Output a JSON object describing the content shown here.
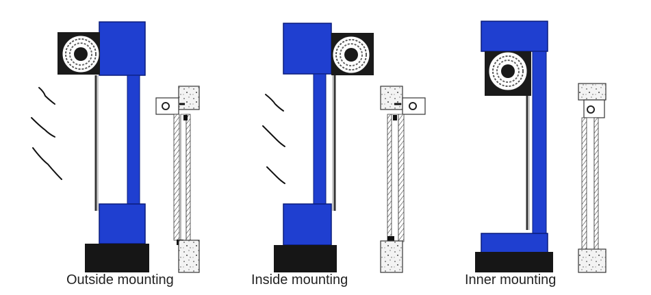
{
  "colors": {
    "wall_blue": "#1f3fd0",
    "wall_edge": "#0a1c7a",
    "sill_black": "#161616",
    "box_dark": "#1a1a1a",
    "concrete": "#f2f2f2",
    "line": "#333333"
  },
  "diagrams": [
    {
      "id": "outside",
      "label": "Outside mounting"
    },
    {
      "id": "inside",
      "label": "Inside mounting"
    },
    {
      "id": "inner",
      "label": "Inner mounting"
    }
  ]
}
